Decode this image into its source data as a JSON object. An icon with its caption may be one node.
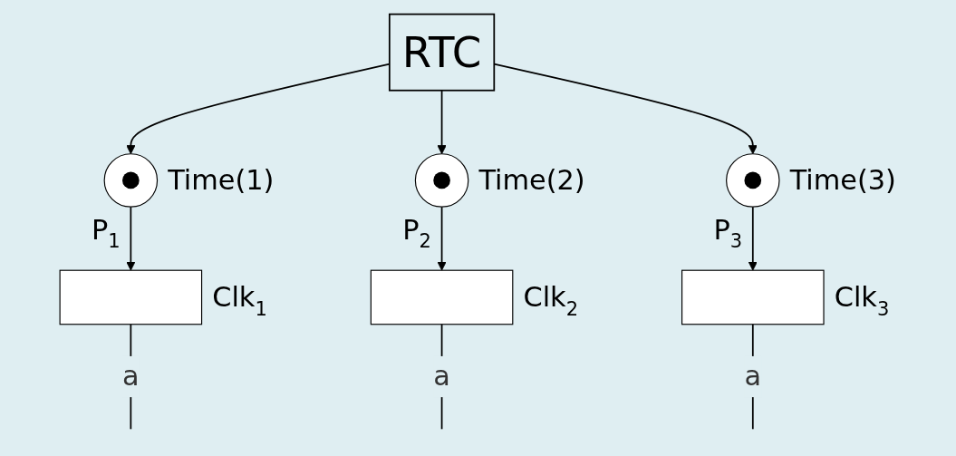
{
  "diagram": {
    "nodes": [
      {
        "text": [
          "RTC"
        ]
      },
      {
        "text": [],
        "shape": "circle",
        "beside": [
          "Time(1)",
          "P$_{1}$"
        ]
      },
      {
        "text": [],
        "shape": "circle",
        "beside": [
          "Time(2)",
          "P$_{2}$"
        ]
      },
      {
        "text": [],
        "shape": "circle",
        "beside": [
          "Time(3)",
          "P$_{3}$"
        ]
      },
      {
        "text": [],
        "shape": "bar",
        "beside": [
          "Clk$_{1}$"
        ]
      },
      {
        "text": [],
        "shape": "bar",
        "beside": [
          "Clk$_{2}$"
        ]
      },
      {
        "text": [],
        "shape": "bar",
        "beside": [
          "Clk$_{3}$"
        ]
      }
    ],
    "edges": [
      {
        "from": 0,
        "to": 1,
        "arrow": "to"
      },
      {
        "from": 0,
        "to": 2,
        "arrow": "to"
      },
      {
        "from": 0,
        "to": 3,
        "arrow": "to"
      },
      {
        "from": 1,
        "to": 4,
        "arrow": "to"
      },
      {
        "from": 2,
        "to": 5,
        "arrow": "to"
      },
      {
        "from": 3,
        "to": 6,
        "arrow": "to"
      },
      {
        "from": 4,
        "to": null,
        "arrow": "none",
        "label": "a"
      },
      {
        "from": 5,
        "to": null,
        "arrow": "none",
        "label": "a"
      },
      {
        "from": 6,
        "to": null,
        "arrow": "none",
        "label": "a"
      }
    ]
  }
}
